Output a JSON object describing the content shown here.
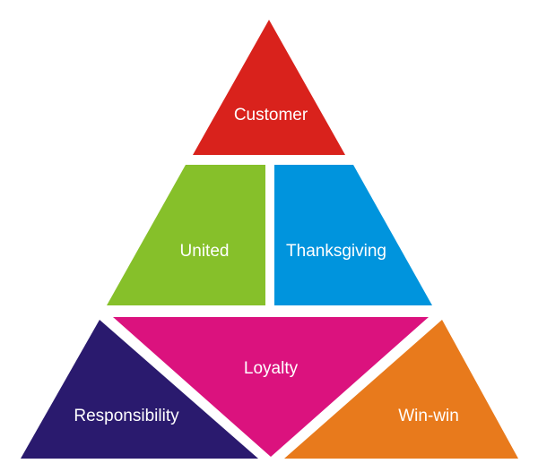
{
  "pyramid": {
    "top": {
      "label": "Customer",
      "color": "#d9221c"
    },
    "middle_left": {
      "label": "United",
      "color": "#86c02a"
    },
    "middle_right": {
      "label": "Thanksgiving",
      "color": "#0094dd"
    },
    "bottom_left": {
      "label": "Responsibility",
      "color": "#2a1a6e"
    },
    "bottom_center": {
      "label": "Loyalty",
      "color": "#db127e"
    },
    "bottom_right": {
      "label": "Win-win",
      "color": "#e87a1c"
    }
  }
}
